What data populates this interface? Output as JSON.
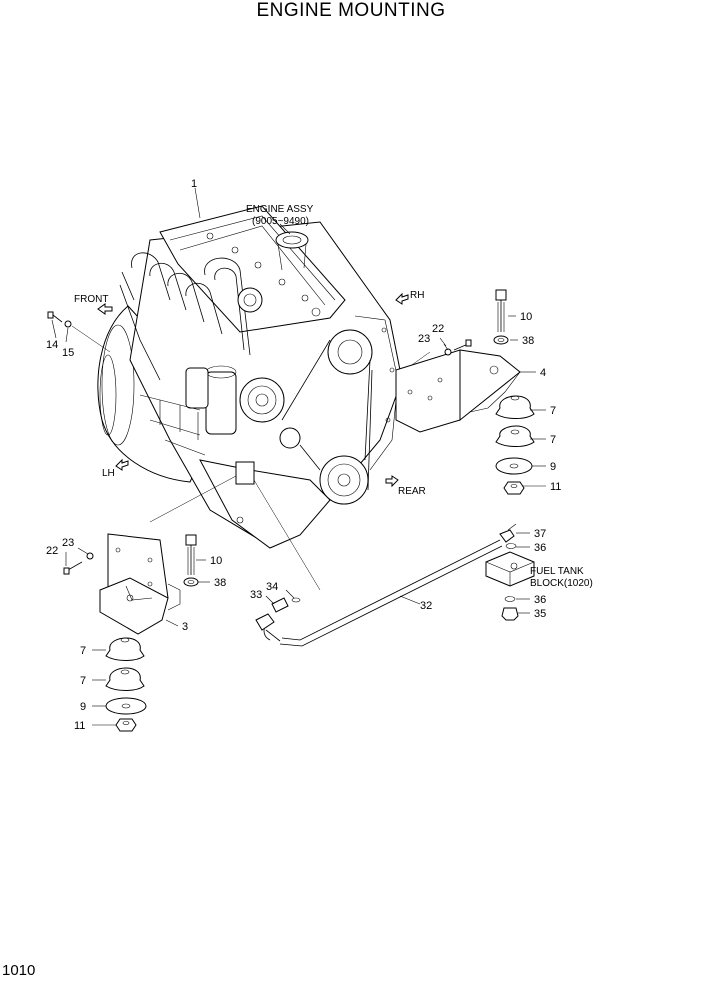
{
  "title": "ENGINE MOUNTING",
  "page_number": "1010",
  "notes": {
    "engine_assy_line1": "ENGINE ASSY",
    "engine_assy_line2": "(9005~9490)",
    "fuel_tank_line1": "FUEL TANK",
    "fuel_tank_line2": "BLOCK(1020)"
  },
  "directions": {
    "front": "FRONT",
    "rh": "RH",
    "lh": "LH",
    "rear": "REAR"
  },
  "callouts": {
    "c1": "1",
    "c10a": "10",
    "c38a": "38",
    "c22a": "22",
    "c23a": "23",
    "c4": "4",
    "c7a": "7",
    "c7b": "7",
    "c9a": "9",
    "c11a": "11",
    "c14": "14",
    "c15": "15",
    "c37": "37",
    "c36a": "36",
    "c36b": "36",
    "c35": "35",
    "c22b": "22",
    "c23b": "23",
    "c10b": "10",
    "c38b": "38",
    "c3": "3",
    "c33": "33",
    "c34": "34",
    "c32": "32",
    "c7c": "7",
    "c7d": "7",
    "c9b": "9",
    "c11b": "11"
  }
}
